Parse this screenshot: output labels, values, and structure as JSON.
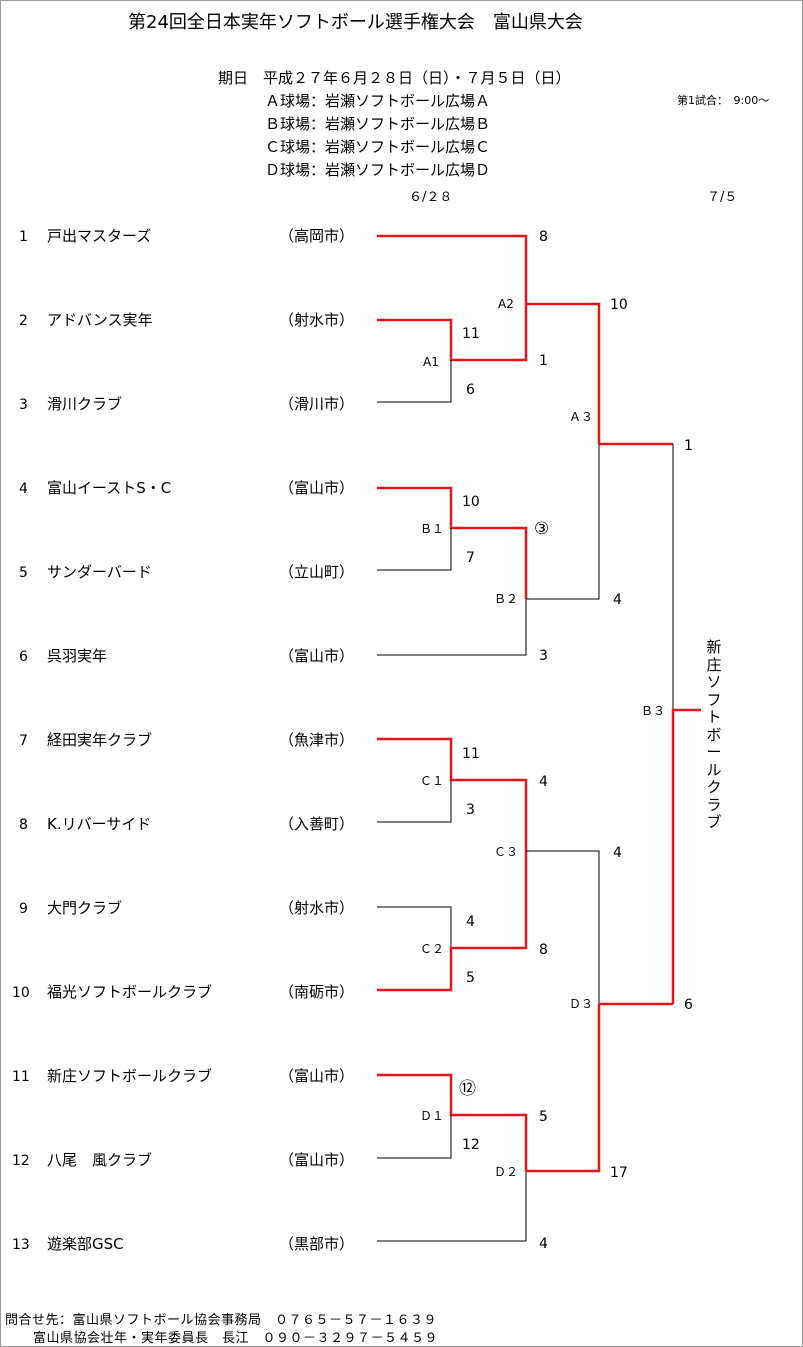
{
  "title": "第24回全日本実年ソフトボール選手権大会　富山県大会",
  "schedule": {
    "date_label": "期日　平成２７年６月２８日（日）・７月５日（日）",
    "venue_a": "Ａ球場：岩瀬ソフトボール広場Ａ",
    "venue_b": "Ｂ球場：岩瀬ソフトボール広場Ｂ",
    "venue_c": "Ｃ球場：岩瀬ソフトボール広場Ｃ",
    "venue_d": "Ｄ球場：岩瀬ソフトボール広場Ｄ",
    "first_game": "第1試合：　9:00～"
  },
  "dates": {
    "day1": "６/２８",
    "day2": "７/５"
  },
  "teams": [
    {
      "no": "1",
      "name": "戸出マスターズ",
      "city": "（高岡市）"
    },
    {
      "no": "2",
      "name": "アドバンス実年",
      "city": "（射水市）"
    },
    {
      "no": "3",
      "name": "滑川クラブ",
      "city": "（滑川市）"
    },
    {
      "no": "4",
      "name": "富山イーストS・C",
      "city": "（富山市）"
    },
    {
      "no": "5",
      "name": "サンダーバード",
      "city": "（立山町）"
    },
    {
      "no": "6",
      "name": "呉羽実年",
      "city": "（富山市）"
    },
    {
      "no": "7",
      "name": "経田実年クラブ",
      "city": "（魚津市）"
    },
    {
      "no": "8",
      "name": "K.リバーサイド",
      "city": "（入善町）"
    },
    {
      "no": "9",
      "name": "大門クラブ",
      "city": "（射水市）"
    },
    {
      "no": "10",
      "name": "福光ソフトボールクラブ",
      "city": "（南砺市）"
    },
    {
      "no": "11",
      "name": "新庄ソフトボールクラブ",
      "city": "（富山市）"
    },
    {
      "no": "12",
      "name": "八尾　風クラブ",
      "city": "（富山市）"
    },
    {
      "no": "13",
      "name": "遊楽部GSC",
      "city": "（黒部市）"
    }
  ],
  "games": {
    "a1": "A1",
    "a2": "A2",
    "a3": "Ａ３",
    "b1": "Ｂ１",
    "b2": "Ｂ２",
    "b3": "Ｂ３",
    "c1": "Ｃ１",
    "c2": "Ｃ２",
    "c3": "Ｃ３",
    "d1": "Ｄ１",
    "d2": "Ｄ２",
    "d3": "Ｄ３"
  },
  "scores": {
    "a1_top": "11",
    "a1_bot": "6",
    "a2_top": "8",
    "a2_bot": "1",
    "a3_top": "10",
    "a3_bot": "4",
    "b1_top": "10",
    "b1_bot": "7",
    "b2_top": "③",
    "b2_bot": "3",
    "c1_top": "11",
    "c1_bot": "3",
    "c2_top": "4",
    "c2_bot": "5",
    "c3_top": "4",
    "c3_bot": "8",
    "d1_top": "⑫",
    "d1_bot": "12",
    "d2_top": "5",
    "d2_bot": "4",
    "d3_top": "4",
    "d3_bot": "17",
    "b3_top": "1",
    "b3_bot": "6"
  },
  "winner": "新庄ソフトボールクラブ",
  "contact": {
    "line1": "問合せ先：富山県ソフトボール協会事務局　０７６５－５７－１６３９",
    "line2": "富山県協会壮年・実年委員長　長江　０９０－３２９７－５４５９"
  },
  "colors": {
    "win_line": "#e8141b",
    "line": "#000000"
  }
}
